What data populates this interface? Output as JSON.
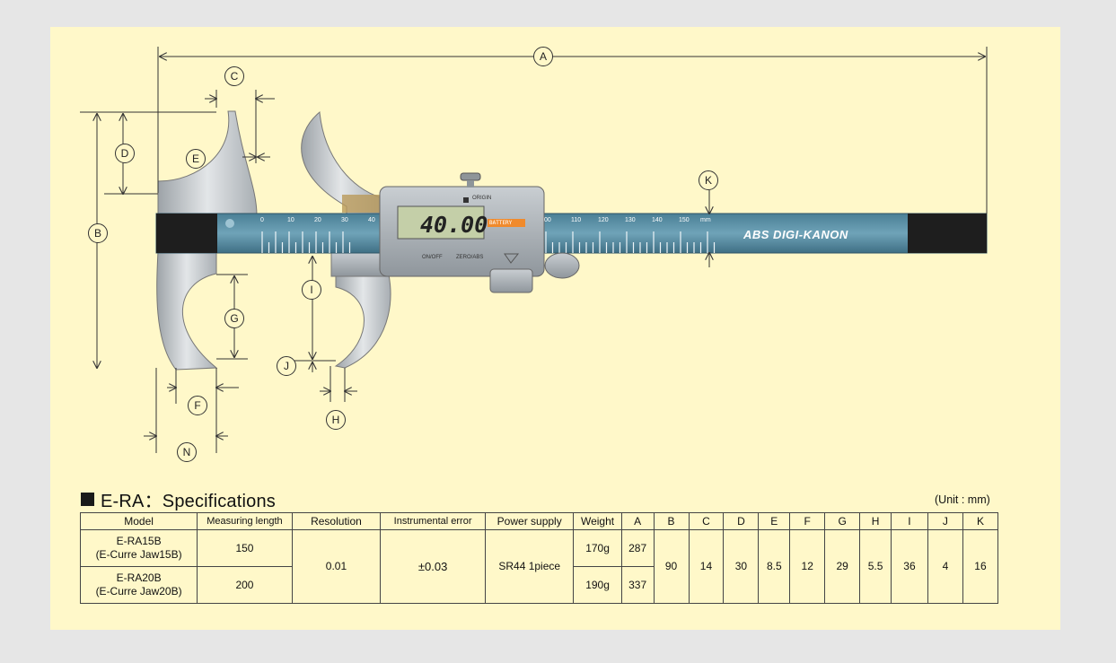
{
  "labels": {
    "A": "A",
    "B": "B",
    "C": "C",
    "D": "D",
    "E": "E",
    "F": "F",
    "G": "G",
    "H": "H",
    "I": "I",
    "J": "J",
    "K": "K",
    "N": "N"
  },
  "caliper": {
    "display_value": "40.00",
    "brand": "ABS DIGI-KANON",
    "on_off": "ON/OFF",
    "zero_abs": "ZERO/ABS",
    "battery": "BATTERY",
    "origin": "ORIGIN",
    "scale_left": [
      "0",
      "10",
      "20",
      "30",
      "40"
    ],
    "scale_right": [
      "00",
      "110",
      "120",
      "130",
      "140",
      "150"
    ],
    "scale_unit": "mm"
  },
  "spec": {
    "title": "E-RA：Specifications",
    "unit_note": "(Unit : mm)",
    "headers": [
      "Model",
      "Measuring length",
      "Resolution",
      "Instrumental error",
      "Power supply",
      "Weight",
      "A",
      "B",
      "C",
      "D",
      "E",
      "F",
      "G",
      "H",
      "I",
      "J",
      "K"
    ],
    "rows": [
      {
        "model": "E-RA15B",
        "alias": "(E-Curre Jaw15B)",
        "length": "150",
        "weight": "170g",
        "A": "287"
      },
      {
        "model": "E-RA20B",
        "alias": "(E-Curre Jaw20B)",
        "length": "200",
        "weight": "190g",
        "A": "337"
      }
    ],
    "shared": {
      "resolution": "0.01",
      "error": "±0.03",
      "power": "SR44 1piece",
      "B": "90",
      "C": "14",
      "D": "30",
      "E": "8.5",
      "F": "12",
      "G": "29",
      "H": "5.5",
      "I": "36",
      "J": "4",
      "K": "16"
    }
  },
  "colors": {
    "panel": "#fff8c9",
    "scale_blue": "#5a8fa6",
    "battery": "#f08a2c"
  }
}
